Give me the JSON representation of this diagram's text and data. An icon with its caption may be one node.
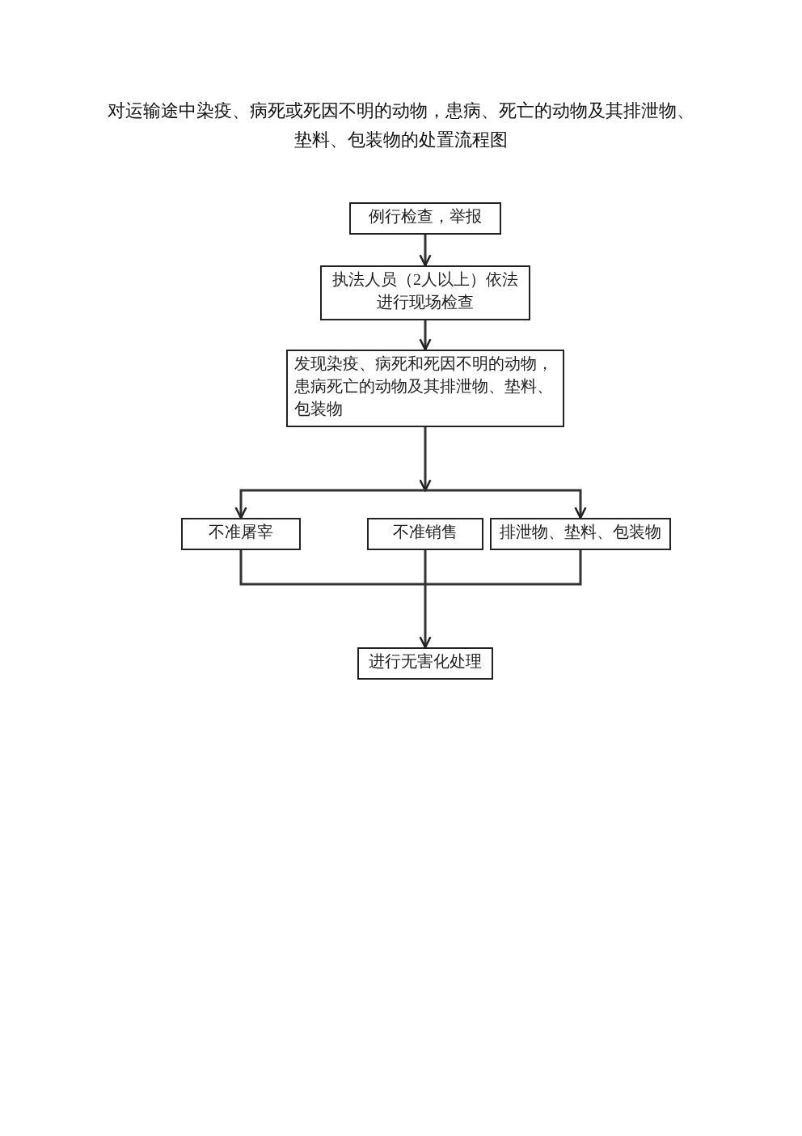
{
  "diagram": {
    "title": "对运输途中染疫、病死或死因不明的动物，患病、死亡的动物及其排泄物、垫料、包装物的处置流程图",
    "nodes": [
      {
        "text": [
          "例行检查，举报"
        ]
      },
      {
        "text": [
          "执法人员（2人以上）依法进行现场检查"
        ]
      },
      {
        "text": [
          "发现染疫、病死和死因不明的动物，患病死亡的动物及其排泄物、垫料、包装物"
        ]
      },
      {
        "text": [
          "不准屠宰"
        ]
      },
      {
        "text": [
          "不准销售"
        ]
      },
      {
        "text": [
          "排泄物、垫料、包装物"
        ]
      },
      {
        "text": [
          "进行无害化处理"
        ]
      }
    ],
    "edges": [
      {
        "from": 0,
        "to": 1,
        "arrow": "to"
      },
      {
        "from": 1,
        "to": 2,
        "arrow": "to"
      },
      {
        "from": 2,
        "to": 3,
        "arrow": "to"
      },
      {
        "from": 2,
        "to": 5,
        "arrow": "to"
      },
      {
        "from": 3,
        "to": 6,
        "arrow": "to"
      },
      {
        "from": 4,
        "to": 6,
        "arrow": "to"
      },
      {
        "from": 5,
        "to": 6,
        "arrow": "to"
      }
    ]
  }
}
